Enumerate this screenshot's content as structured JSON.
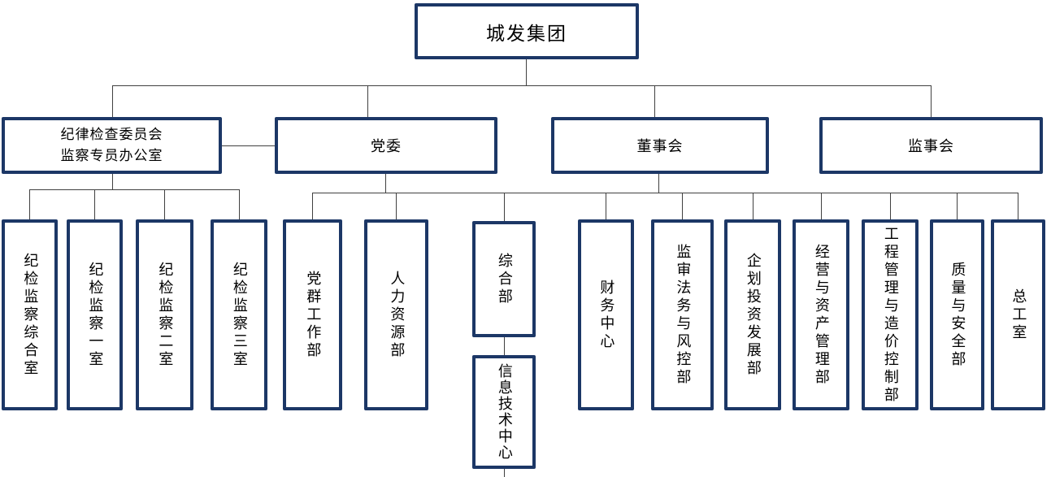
{
  "org": {
    "root": {
      "label": "城发集团"
    },
    "branches": [
      {
        "label": "纪律检查委员会\n监察专员办公室",
        "children": [
          {
            "label": "纪检监察综合室"
          },
          {
            "label": "纪检监察一室"
          },
          {
            "label": "纪检监察二室"
          },
          {
            "label": "纪检监察三室"
          }
        ]
      },
      {
        "label": "党委",
        "children": [
          {
            "label": "党群工作部"
          },
          {
            "label": "人力资源部"
          },
          {
            "label": "综合部",
            "children": [
              {
                "label": "信息技术中心"
              }
            ]
          }
        ]
      },
      {
        "label": "董事会",
        "children": [
          {
            "label": "财务中心"
          },
          {
            "label": "监审法务与风控部"
          },
          {
            "label": "企划投资发展部"
          },
          {
            "label": "经营与资产管理部"
          },
          {
            "label": "工程管理与造价控制部"
          },
          {
            "label": "质量与安全部"
          },
          {
            "label": "总工室"
          }
        ]
      },
      {
        "label": "监事会",
        "children": []
      }
    ],
    "colors": {
      "box_border": "#1c3766",
      "connector": "#404040",
      "text": "#000000",
      "background": "#ffffff"
    }
  }
}
